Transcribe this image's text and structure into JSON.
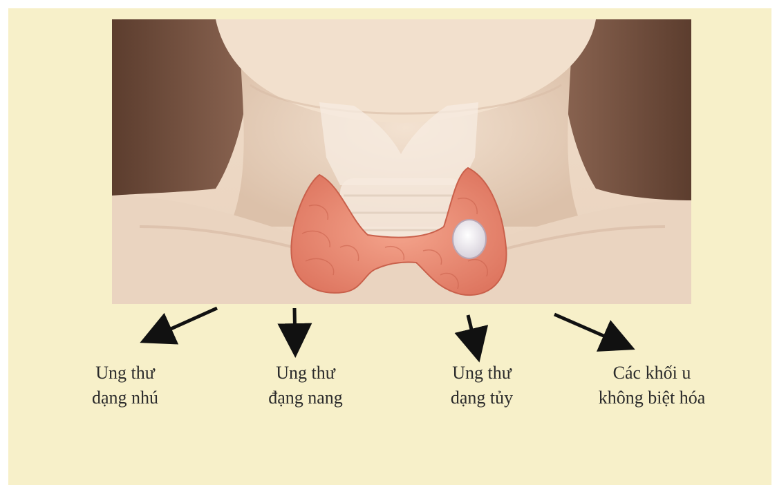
{
  "captions": [
    {
      "line1": "Ung thư",
      "line2": "dạng nhú"
    },
    {
      "line1": "Ung thư",
      "line2": "đạng nang"
    },
    {
      "line1": "Ung thư",
      "line2": "dạng tủy"
    },
    {
      "line1": "Các khối u",
      "line2": "không biệt hóa"
    }
  ],
  "colors": {
    "background": "#f7f0c9",
    "skin": "#ecd7c2",
    "hair": "#6e4d3c",
    "thyroid": "#e88a72",
    "nodule": "#f0eef2",
    "arrow": "#111111"
  },
  "icons": {
    "arrows": [
      "arrow-down-left-icon",
      "arrow-down-icon",
      "arrow-down-icon",
      "arrow-down-right-icon"
    ]
  }
}
